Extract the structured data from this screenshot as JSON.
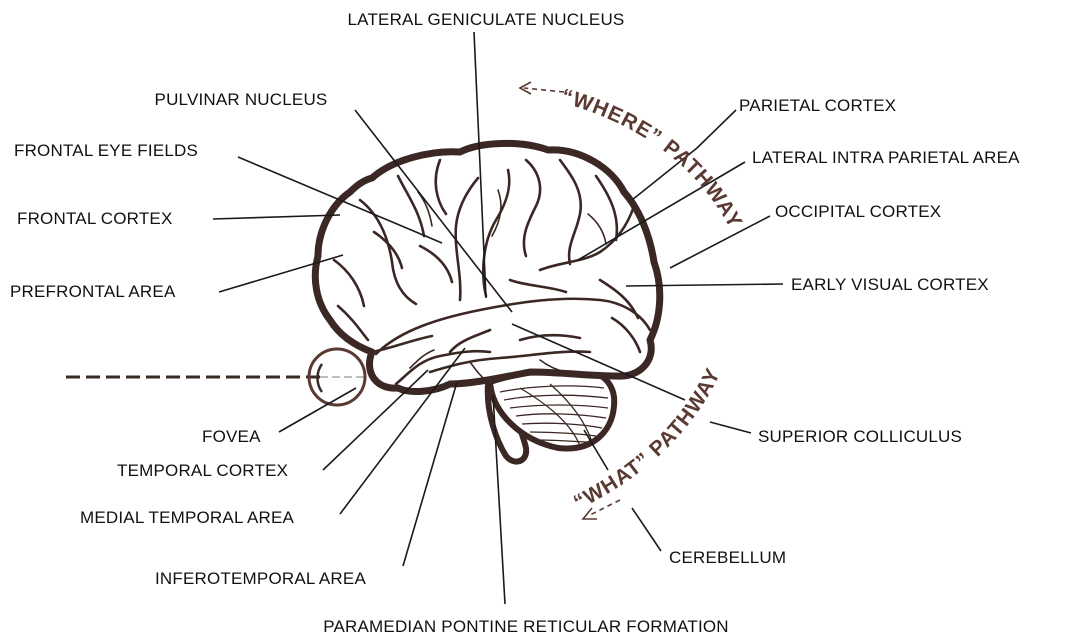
{
  "labels": {
    "lateral_geniculate_nucleus": "LATERAL GENICULATE NUCLEUS",
    "pulvinar_nucleus": "PULVINAR NUCLEUS",
    "frontal_eye_fields": "FRONTAL EYE FIELDS",
    "frontal_cortex": "FRONTAL CORTEX",
    "prefrontal_area": "PREFRONTAL AREA",
    "fovea": "FOVEA",
    "temporal_cortex": "TEMPORAL CORTEX",
    "medial_temporal_area": "MEDIAL TEMPORAL AREA",
    "inferotemporal_area": "INFEROTEMPORAL AREA",
    "paramedian_pontine_reticular_formation": "PARAMEDIAN PONTINE RETICULAR FORMATION",
    "parietal_cortex": "PARIETAL CORTEX",
    "lateral_intra_parietal_area": "LATERAL INTRA PARIETAL AREA",
    "occipital_cortex": "OCCIPITAL CORTEX",
    "early_visual_cortex": "EARLY VISUAL CORTEX",
    "superior_colliculus": "SUPERIOR COLLICULUS",
    "cerebellum": "CEREBELLUM"
  },
  "pathways": {
    "where": "“WHERE” PATHWAY",
    "what": "“WHAT” PATHWAY"
  },
  "colors": {
    "outline": "#3b2723",
    "pathway_text": "#5a3a33",
    "label_text": "#111111"
  }
}
